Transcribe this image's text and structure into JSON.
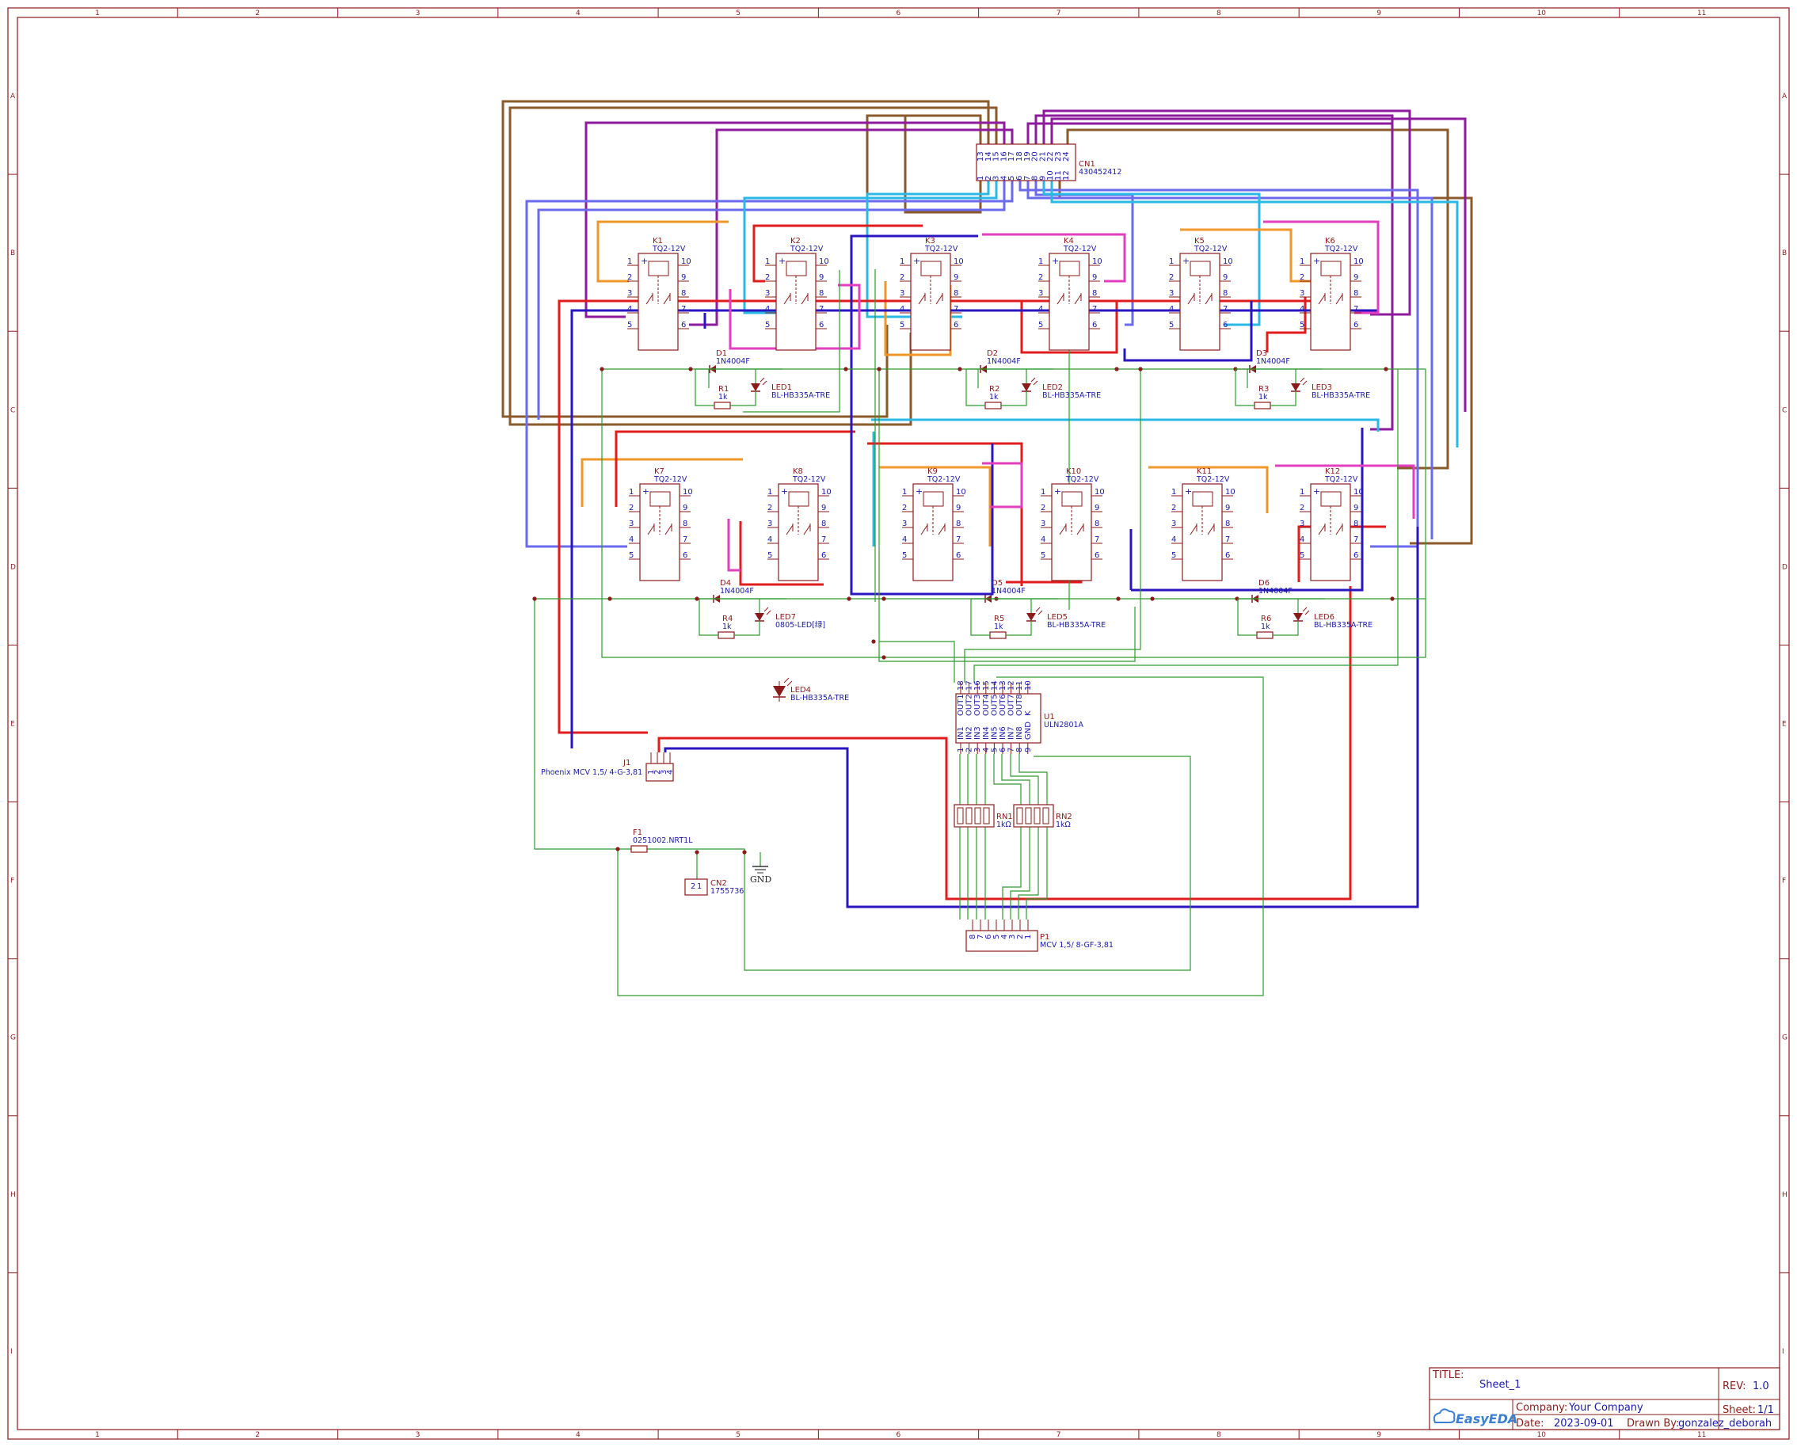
{
  "frame": {
    "columns": [
      "1",
      "2",
      "3",
      "4",
      "5",
      "6",
      "7",
      "8",
      "9",
      "10",
      "11"
    ],
    "rows": [
      "A",
      "B",
      "C",
      "D",
      "E",
      "F",
      "G",
      "H",
      "I"
    ]
  },
  "title_block": {
    "title_label": "TITLE:",
    "title": "Sheet_1",
    "rev_label": "REV:",
    "rev": "1.0",
    "company_label": "Company:",
    "company": "Your Company",
    "sheet_label": "Sheet:",
    "sheet": "1/1",
    "date_label": "Date:",
    "date": "2023-09-01",
    "drawn_label": "Drawn By:",
    "drawn_by": "gonzalez_deborah",
    "logo_text": "EasyEDA"
  },
  "connector_cn1": {
    "ref": "CN1",
    "value": "430452412",
    "top_pins": [
      "13",
      "14",
      "15",
      "16",
      "17",
      "18",
      "19",
      "20",
      "21",
      "22",
      "23",
      "24"
    ],
    "bottom_pins": [
      "1",
      "2",
      "3",
      "4",
      "5",
      "6",
      "7",
      "8",
      "9",
      "10",
      "11",
      "12"
    ]
  },
  "relays": [
    {
      "ref": "K1",
      "value": "TQ2-12V"
    },
    {
      "ref": "K2",
      "value": "TQ2-12V"
    },
    {
      "ref": "K3",
      "value": "TQ2-12V"
    },
    {
      "ref": "K4",
      "value": "TQ2-12V"
    },
    {
      "ref": "K5",
      "value": "TQ2-12V"
    },
    {
      "ref": "K6",
      "value": "TQ2-12V"
    },
    {
      "ref": "K7",
      "value": "TQ2-12V"
    },
    {
      "ref": "K8",
      "value": "TQ2-12V"
    },
    {
      "ref": "K9",
      "value": "TQ2-12V"
    },
    {
      "ref": "K10",
      "value": "TQ2-12V"
    },
    {
      "ref": "K11",
      "value": "TQ2-12V"
    },
    {
      "ref": "K12",
      "value": "TQ2-12V"
    }
  ],
  "relay_pins_left": [
    "1",
    "2",
    "3",
    "4",
    "5"
  ],
  "relay_pins_right": [
    "10",
    "9",
    "8",
    "7",
    "6"
  ],
  "diodes": [
    {
      "ref": "D1",
      "value": "1N4004F"
    },
    {
      "ref": "D2",
      "value": "1N4004F"
    },
    {
      "ref": "D3",
      "value": "1N4004F"
    },
    {
      "ref": "D4",
      "value": "1N4004F"
    },
    {
      "ref": "D5",
      "value": "1N4004F"
    },
    {
      "ref": "D6",
      "value": "1N4004F"
    }
  ],
  "resistors": [
    {
      "ref": "R1",
      "value": "1k"
    },
    {
      "ref": "R2",
      "value": "1k"
    },
    {
      "ref": "R3",
      "value": "1k"
    },
    {
      "ref": "R4",
      "value": "1k"
    },
    {
      "ref": "R5",
      "value": "1k"
    },
    {
      "ref": "R6",
      "value": "1k"
    }
  ],
  "leds": [
    {
      "ref": "LED1",
      "value": "BL-HB335A-TRE"
    },
    {
      "ref": "LED2",
      "value": "BL-HB335A-TRE"
    },
    {
      "ref": "LED3",
      "value": "BL-HB335A-TRE"
    },
    {
      "ref": "LED7",
      "value": "0805-LED[绿]"
    },
    {
      "ref": "LED5",
      "value": "BL-HB335A-TRE"
    },
    {
      "ref": "LED6",
      "value": "BL-HB335A-TRE"
    },
    {
      "ref": "LED4",
      "value": "BL-HB335A-TRE"
    }
  ],
  "u1": {
    "ref": "U1",
    "value": "ULN2801A",
    "top_pins": [
      "18",
      "17",
      "16",
      "15",
      "14",
      "13",
      "12",
      "11",
      "10"
    ],
    "top_names": [
      "OUT1",
      "OUT2",
      "OUT3",
      "OUT4",
      "OUT5",
      "OUT6",
      "OUT7",
      "OUT8",
      "K"
    ],
    "bottom_pins": [
      "1",
      "2",
      "3",
      "4",
      "5",
      "6",
      "7",
      "8",
      "9"
    ],
    "bottom_names": [
      "IN1",
      "IN2",
      "IN3",
      "IN4",
      "IN5",
      "IN6",
      "IN7",
      "IN8",
      "GND"
    ]
  },
  "j1": {
    "ref": "J1",
    "value": "Phoenix MCV 1,5/ 4-G-3,81",
    "pins": [
      "1",
      "2",
      "3",
      "4"
    ]
  },
  "rn1": {
    "ref": "RN1",
    "value": "1kΩ"
  },
  "rn2": {
    "ref": "RN2",
    "value": "1kΩ"
  },
  "f1": {
    "ref": "F1",
    "value": "0251002.NRT1L"
  },
  "cn2": {
    "ref": "CN2",
    "value": "1755736",
    "pins": [
      "2",
      "1"
    ]
  },
  "gnd": {
    "label": "GND"
  },
  "p1": {
    "ref": "P1",
    "value": "MCV 1,5/ 8-GF-3,81",
    "pins": [
      "8",
      "7",
      "6",
      "5",
      "4",
      "3",
      "2",
      "1"
    ]
  },
  "colors": {
    "frame": "#8b1a1a",
    "component": "#8b1a1a",
    "text": "#1a1aa6",
    "wire": "#2e9b2e",
    "brown": "#8b5a2b",
    "purple": "#8e1a9e",
    "blue": "#6a6aee",
    "cyan": "#2ab8e6",
    "orange": "#f0972a",
    "red": "#e01c1c",
    "darkblue": "#2a16c0",
    "pink": "#e23ebf"
  }
}
